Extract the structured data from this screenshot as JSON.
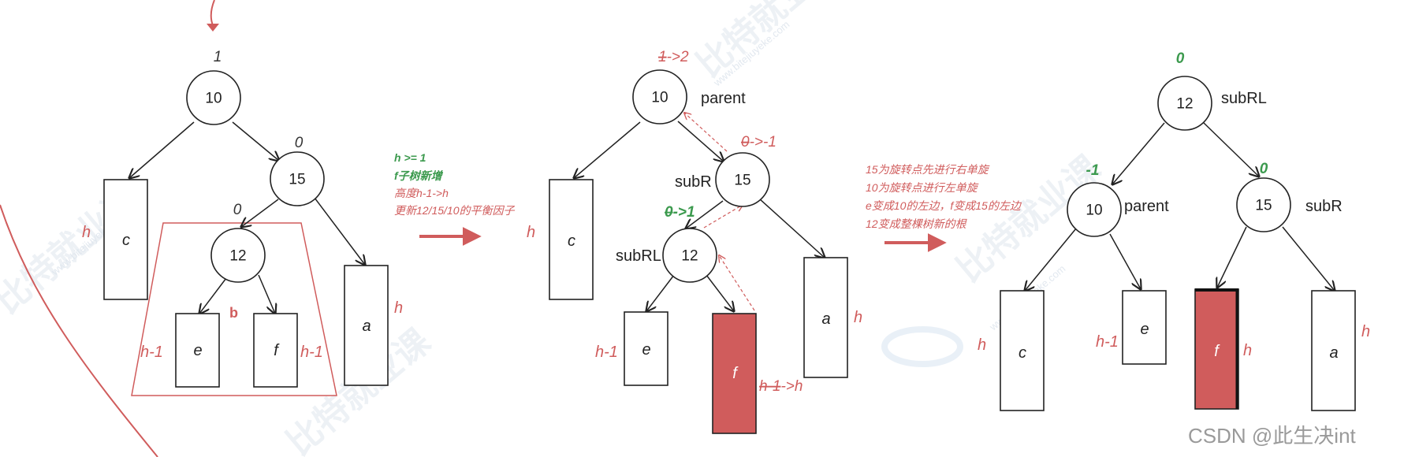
{
  "panel1": {
    "root": {
      "value": "10",
      "bf": "1"
    },
    "right": {
      "value": "15",
      "bf": "0"
    },
    "rl": {
      "value": "12",
      "bf": "0"
    },
    "boxes": {
      "c": "c",
      "a": "a",
      "e": "e",
      "f": "f"
    },
    "heights": {
      "c": "h",
      "a": "h",
      "e": "h-1",
      "f": "h-1"
    },
    "subtree_label": "b"
  },
  "step1_notes": {
    "line1": "h >= 1",
    "line2": "f子树新增",
    "line3": "高度h-1->h",
    "line4": "更新12/15/10的平衡因子"
  },
  "panel2": {
    "root": {
      "value": "10",
      "label": "parent",
      "bf_old": "1",
      "bf_new": "->2"
    },
    "right": {
      "value": "15",
      "label": "subR",
      "bf_old": "0",
      "bf_new": "->-1"
    },
    "rl": {
      "value": "12",
      "label": "subRL",
      "bf_old": "0",
      "bf_new": "->1"
    },
    "boxes": {
      "c": "c",
      "a": "a",
      "e": "e",
      "f": "f"
    },
    "heights": {
      "c": "h",
      "a": "h",
      "e": "h-1",
      "f_old": "h-1",
      "f_new": "->h"
    }
  },
  "step2_notes": {
    "line1": "15为旋转点先进行右单旋",
    "line2": "10为旋转点进行左单旋",
    "line3": "e变成10的左边，f变成15的左边",
    "line4": "12变成整棵树新的根"
  },
  "panel3": {
    "root": {
      "value": "12",
      "label": "subRL",
      "bf": "0"
    },
    "left": {
      "value": "10",
      "label": "parent",
      "bf": "-1"
    },
    "right": {
      "value": "15",
      "label": "subR",
      "bf": "0"
    },
    "boxes": {
      "c": "c",
      "e": "e",
      "f": "f",
      "a": "a"
    },
    "heights": {
      "c": "h",
      "e": "h-1",
      "f": "h",
      "a": "h"
    }
  },
  "watermark": {
    "text": "比特就业课",
    "url": "www.bitejiuyeke.com"
  },
  "credit": "CSDN @此生决int",
  "colors": {
    "red": "#d05c5c",
    "green": "#3c9a4e",
    "ink": "#222222"
  }
}
